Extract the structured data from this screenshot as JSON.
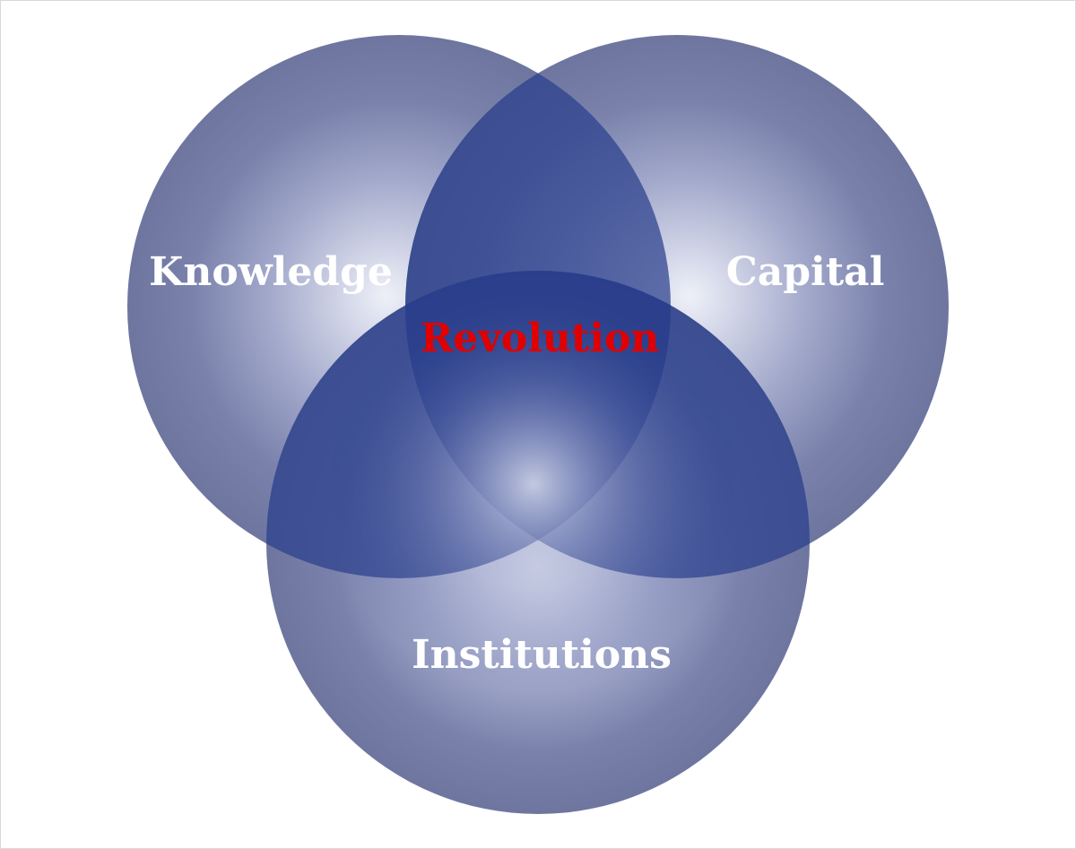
{
  "diagram": {
    "type": "venn",
    "sets": [
      {
        "id": "knowledge",
        "label": "Knowledge"
      },
      {
        "id": "capital",
        "label": "Capital"
      },
      {
        "id": "institutions",
        "label": "Institutions"
      }
    ],
    "intersection": {
      "label": "Revolution"
    },
    "colors": {
      "circle_edge": "#6e76a0",
      "circle_glow": "#dde0ee",
      "overlap": "#223a8a",
      "set_label": "#ffffff",
      "intersection_label": "#e00000"
    }
  }
}
